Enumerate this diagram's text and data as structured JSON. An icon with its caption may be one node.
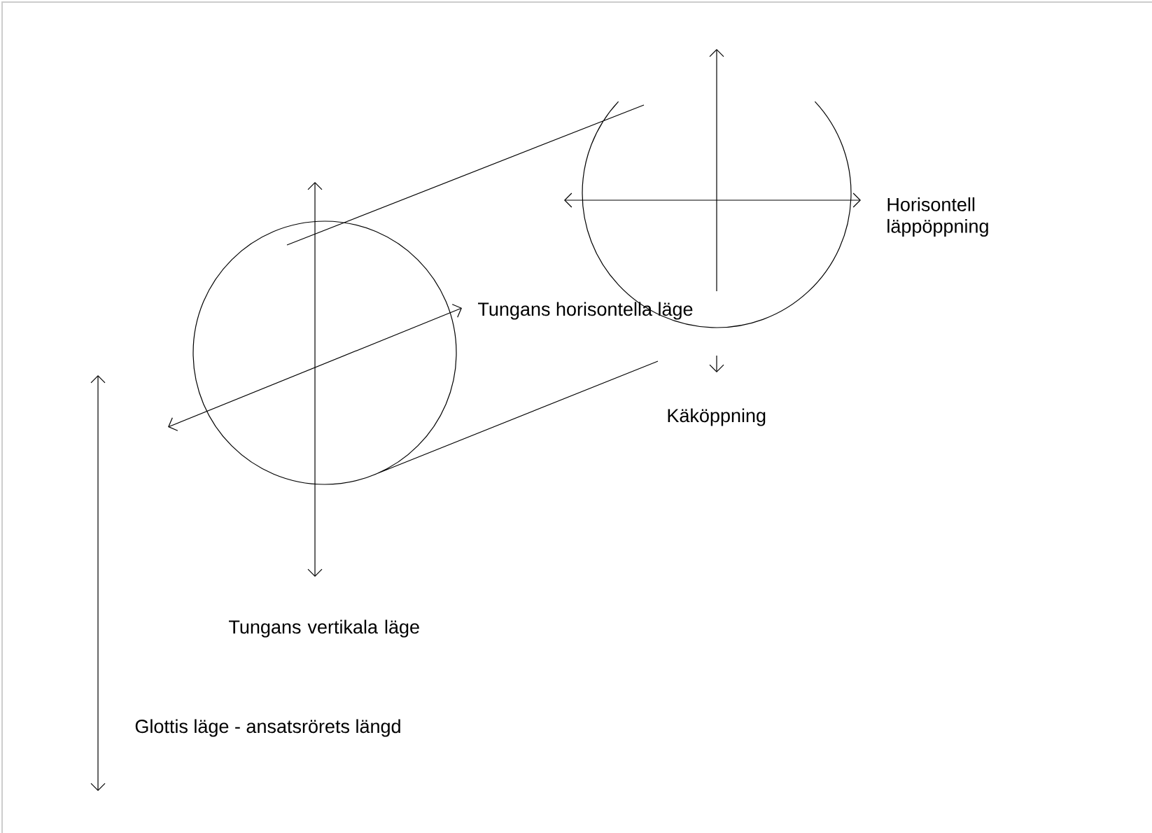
{
  "diagram": {
    "labels": [
      "Horisontell läppöppning",
      "Tungans horisontella läge",
      "Käköppning",
      "Tungans vertikala läge",
      "Glottis läge - ansatsrörets längd"
    ]
  }
}
